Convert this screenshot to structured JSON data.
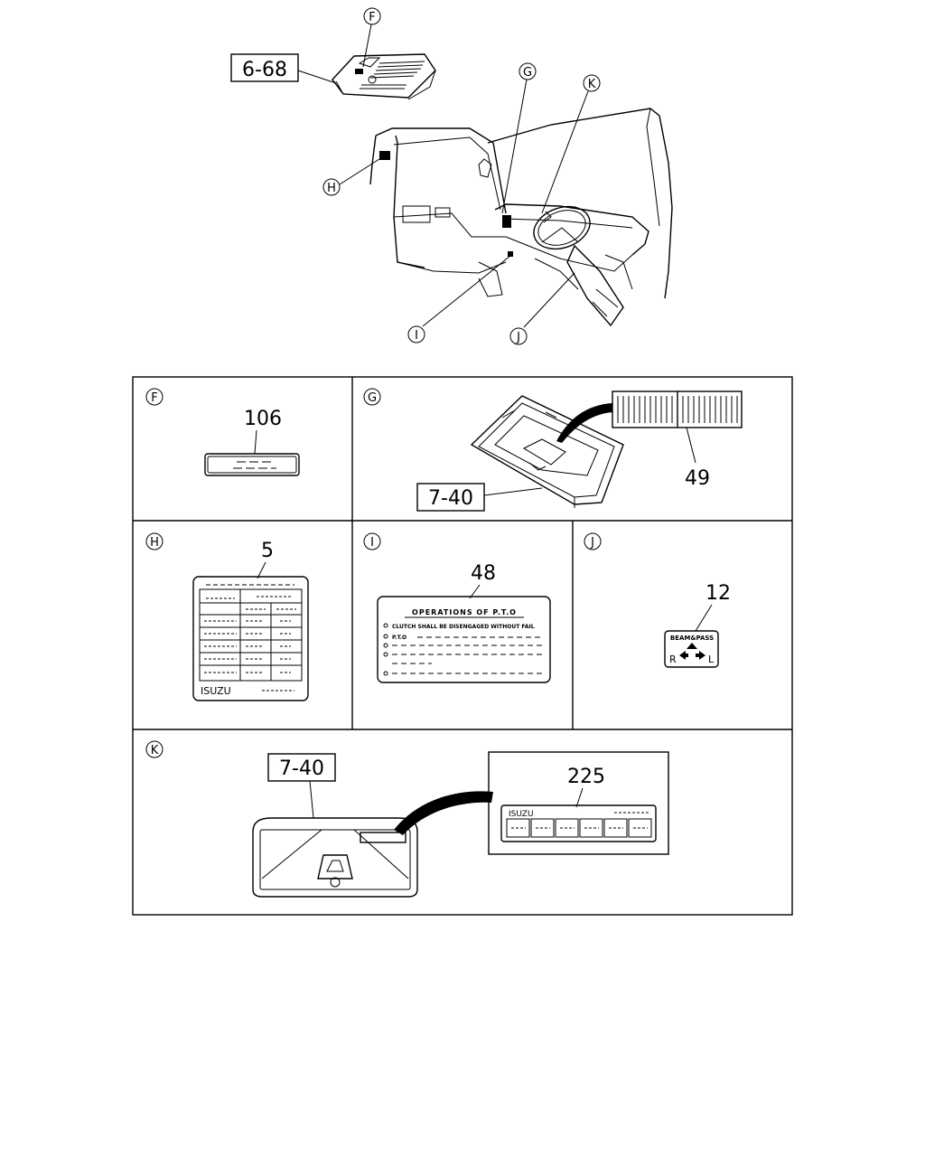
{
  "overview": {
    "ref_roof": "6-68",
    "callout_F": "F",
    "callout_G": "G",
    "callout_K": "K",
    "callout_H": "H",
    "callout_I": "I",
    "callout_J": "J"
  },
  "panels": {
    "F": {
      "letter": "F",
      "part": "106"
    },
    "G": {
      "letter": "G",
      "part": "49",
      "ref": "7-40"
    },
    "H": {
      "letter": "H",
      "part": "5",
      "brand": "ISUZU"
    },
    "I": {
      "letter": "I",
      "part": "48",
      "title": "OPERATIONS OF P.T.O",
      "line1": "CLUTCH SHALL BE DISENGAGED WITHOUT FAIL",
      "line2": "P.T.O"
    },
    "J": {
      "letter": "J",
      "part": "12",
      "label_top": "BEAM&PASS",
      "label_r": "R",
      "label_l": "L"
    },
    "K": {
      "letter": "K",
      "part": "225",
      "ref": "7-40",
      "brand": "ISUZU"
    }
  }
}
